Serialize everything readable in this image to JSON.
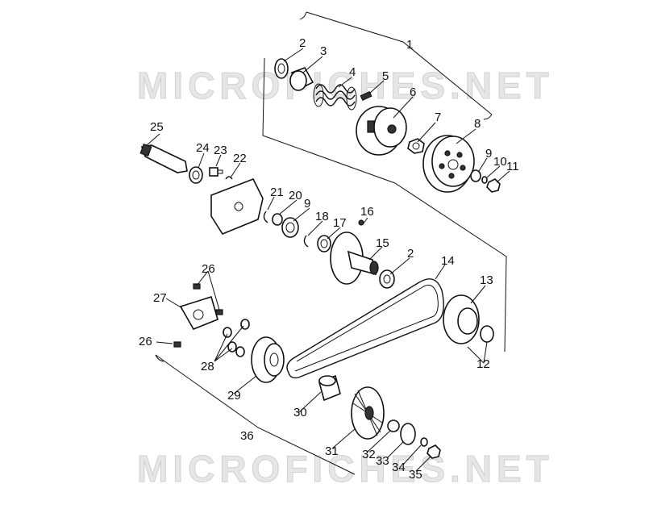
{
  "watermark": {
    "top": "MICROFICHES.NET",
    "bottom": "MICROFICHES.NET"
  },
  "callouts": [
    {
      "id": "c1",
      "label": "1"
    },
    {
      "id": "c2a",
      "label": "2"
    },
    {
      "id": "c3",
      "label": "3"
    },
    {
      "id": "c4",
      "label": "4"
    },
    {
      "id": "c5",
      "label": "5"
    },
    {
      "id": "c6",
      "label": "6"
    },
    {
      "id": "c7",
      "label": "7"
    },
    {
      "id": "c8",
      "label": "8"
    },
    {
      "id": "c9a",
      "label": "9"
    },
    {
      "id": "c10",
      "label": "10"
    },
    {
      "id": "c11",
      "label": "11"
    },
    {
      "id": "c25",
      "label": "25"
    },
    {
      "id": "c24",
      "label": "24"
    },
    {
      "id": "c23",
      "label": "23"
    },
    {
      "id": "c22",
      "label": "22"
    },
    {
      "id": "c21",
      "label": "21"
    },
    {
      "id": "c20",
      "label": "20"
    },
    {
      "id": "c9b",
      "label": "9"
    },
    {
      "id": "c18",
      "label": "18"
    },
    {
      "id": "c17",
      "label": "17"
    },
    {
      "id": "c16",
      "label": "16"
    },
    {
      "id": "c15",
      "label": "15"
    },
    {
      "id": "c2b",
      "label": "2"
    },
    {
      "id": "c14",
      "label": "14"
    },
    {
      "id": "c13",
      "label": "13"
    },
    {
      "id": "c12",
      "label": "12"
    },
    {
      "id": "c26a",
      "label": "26"
    },
    {
      "id": "c27",
      "label": "27"
    },
    {
      "id": "c26b",
      "label": "26"
    },
    {
      "id": "c28",
      "label": "28"
    },
    {
      "id": "c29",
      "label": "29"
    },
    {
      "id": "c30",
      "label": "30"
    },
    {
      "id": "c36",
      "label": "36"
    },
    {
      "id": "c31",
      "label": "31"
    },
    {
      "id": "c32",
      "label": "32"
    },
    {
      "id": "c33",
      "label": "33"
    },
    {
      "id": "c34",
      "label": "34"
    },
    {
      "id": "c35",
      "label": "35"
    }
  ]
}
